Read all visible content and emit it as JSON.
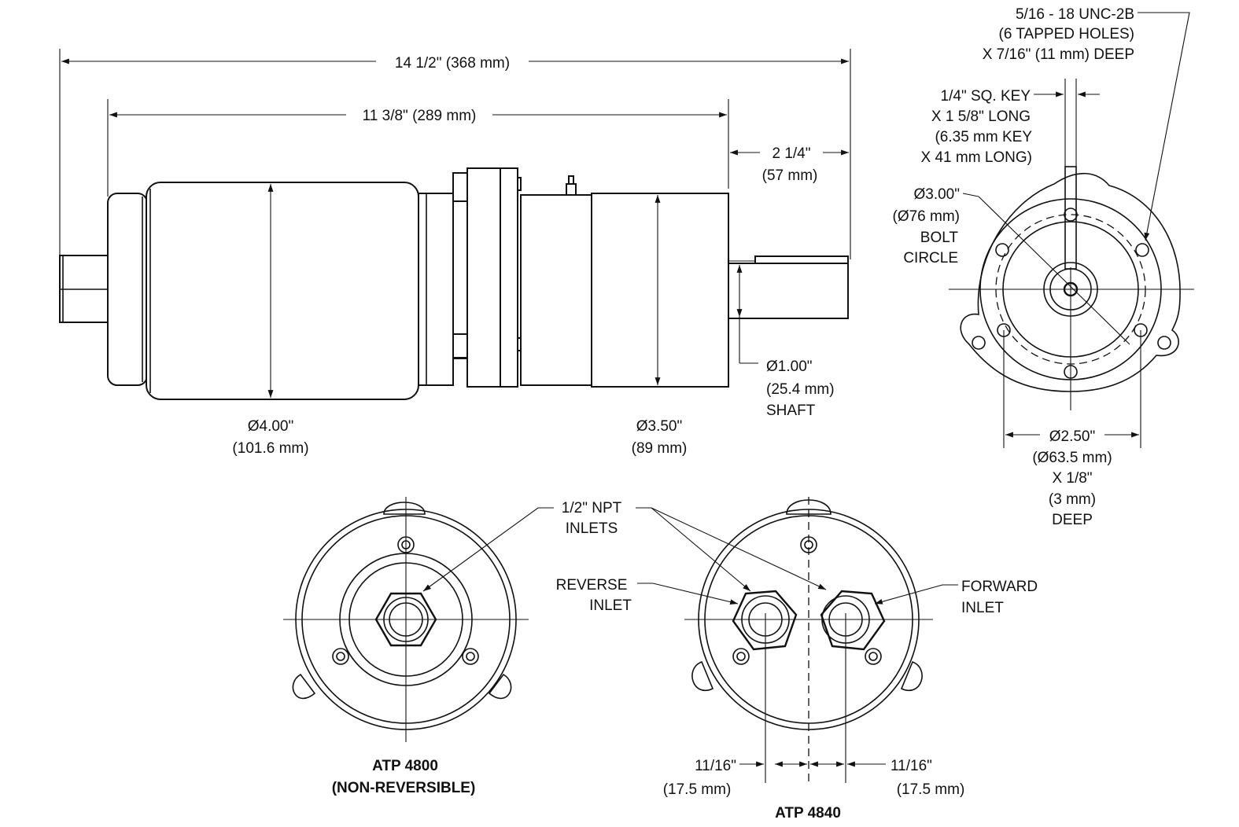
{
  "side_view": {
    "overall_length": "14 1/2\" (368 mm)",
    "body_length": "11 3/8\" (289 mm)",
    "shaft_ext_1": "2 1/4\"",
    "shaft_ext_2": "(57 mm)",
    "motor_dia_1": "Ø4.00\"",
    "motor_dia_2": "(101.6 mm)",
    "gear_dia_1": "Ø3.50\"",
    "gear_dia_2": "(89 mm)",
    "shaft_1": "Ø1.00\"",
    "shaft_2": "(25.4 mm)",
    "shaft_3": "SHAFT"
  },
  "end_view": {
    "tap_1": "5/16 - 18 UNC-2B",
    "tap_2": "(6 TAPPED HOLES)",
    "tap_3": "X 7/16\" (11 mm) DEEP",
    "key_1": "1/4\" SQ. KEY",
    "key_2": "X 1 5/8\" LONG",
    "key_3": "(6.35 mm KEY",
    "key_4": "X 41 mm LONG)",
    "bolt_1": "Ø3.00\"",
    "bolt_2": "(Ø76 mm)",
    "bolt_3": "BOLT",
    "bolt_4": "CIRCLE",
    "pilot_1": "Ø2.50\"",
    "pilot_2": "(Ø63.5 mm)",
    "pilot_3": "X 1/8\"",
    "pilot_4": "(3 mm)",
    "pilot_5": "DEEP"
  },
  "inlet_views": {
    "npt_1": "1/2\" NPT",
    "npt_2": "INLETS",
    "reverse_1": "REVERSE",
    "reverse_2": "INLET",
    "forward_1": "FORWARD",
    "forward_2": "INLET",
    "left_title": "ATP 4800",
    "left_subtitle": "(NON-REVERSIBLE)",
    "right_title": "ATP 4840",
    "offset_left_1": "11/16\"",
    "offset_left_2": "(17.5 mm)",
    "offset_right_1": "11/16\"",
    "offset_right_2": "(17.5 mm)"
  }
}
